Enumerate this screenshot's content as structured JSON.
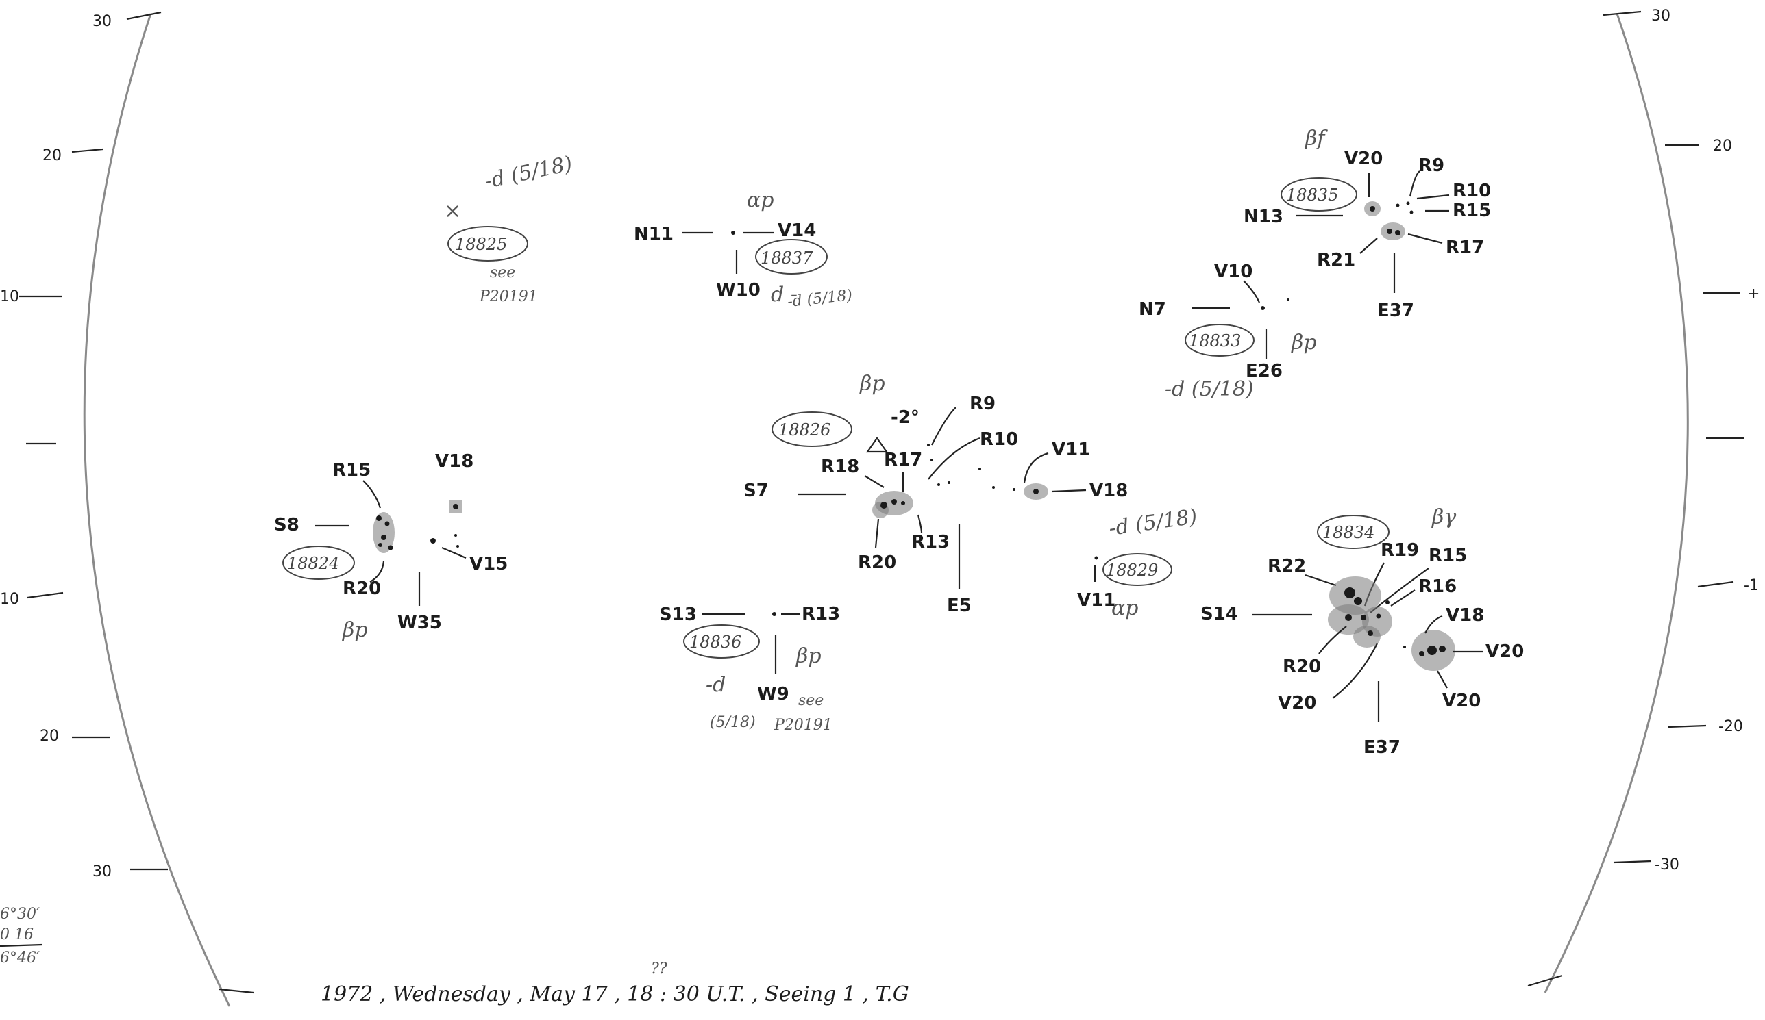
{
  "scale": {
    "left": [
      "30",
      "20",
      "10",
      "10",
      "20",
      "30"
    ],
    "right": [
      "30",
      "20",
      "+",
      "-1",
      "-20",
      "-30"
    ]
  },
  "corner_note": [
    "6°30′",
    "0 16",
    "6°46′"
  ],
  "footer": {
    "text": "1972 , Wednesday , May 17 , 18 : 30 U.T. , Seeing 1 , T.G",
    "mark": "??"
  },
  "groups": {
    "g18825": {
      "number": "18825",
      "mark": "×",
      "note": "-d (5/18)",
      "see": "see",
      "page": "P20191"
    },
    "g18837": {
      "number": "18837",
      "class": "αp",
      "n": "N11",
      "v": "V14",
      "w": "W10",
      "note": "d -",
      "note2": "-d (5/18)"
    },
    "g18835": {
      "number": "18835",
      "class": "βf",
      "n": "N13",
      "v": "V20",
      "r9": "R9",
      "r10": "R10",
      "r15": "R15",
      "r17": "R17",
      "r21": "R21",
      "e": "E37"
    },
    "g18833": {
      "number": "18833",
      "class": "βp",
      "n": "N7",
      "v": "V10",
      "e": "E26",
      "note": "-d (5/18)"
    },
    "g18824": {
      "number": "18824",
      "class": "βp",
      "s": "S8",
      "r15": "R15",
      "v18": "V18",
      "v15": "V15",
      "r20": "R20",
      "w": "W35"
    },
    "g18826": {
      "number": "18826",
      "class": "βp",
      "angle": "-2°",
      "s": "S7",
      "r18": "R18",
      "r17": "R17",
      "r9": "R9",
      "r10": "R10",
      "v11": "V11",
      "v18": "V18",
      "r13": "R13",
      "r20": "R20",
      "e": "E5"
    },
    "g18829": {
      "number": "18829",
      "class": "αp",
      "v": "V11",
      "note": "-d (5/18)"
    },
    "g18836": {
      "number": "18836",
      "class": "βp",
      "s": "S13",
      "r": "R13",
      "w": "W9",
      "note": "-d",
      "note2": "(5/18)",
      "see": "see",
      "page": "P20191"
    },
    "g18834": {
      "number": "18834",
      "class": "βγ",
      "s": "S14",
      "r22": "R22",
      "r19": "R19",
      "r15": "R15",
      "r16": "R16",
      "v18": "V18",
      "r20": "R20",
      "v20a": "V20",
      "v20b": "V20",
      "v20c": "V20",
      "e": "E37"
    }
  }
}
